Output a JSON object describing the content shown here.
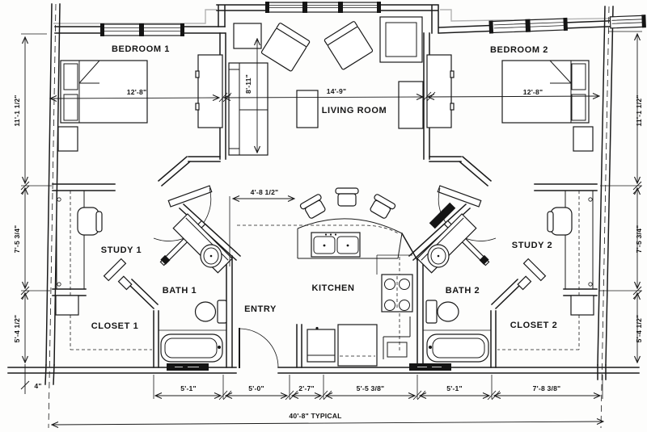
{
  "drawing_type": "apartment unit floor plan",
  "rooms": {
    "bedroom1": "BEDROOM 1",
    "bedroom2": "BEDROOM 2",
    "living": "LIVING ROOM",
    "study1": "STUDY 1",
    "study2": "STUDY 2",
    "bath1": "BATH 1",
    "bath2": "BATH 2",
    "closet1": "CLOSET 1",
    "closet2": "CLOSET 2",
    "entry": "ENTRY",
    "kitchen": "KITCHEN"
  },
  "dimensions": {
    "bedroom1_width": "12'-8\"",
    "living_room_width": "14'-9\"",
    "bedroom2_width": "12'-8\"",
    "left_upper": "11'-1 1/2\"",
    "left_middle": "7'-5 3/4\"",
    "left_lower": "5'-4 1/2\"",
    "wall_thickness": "4\"",
    "right_upper": "11'-1 1/2\"",
    "right_middle": "7'-5 3/4\"",
    "right_lower": "5'-4 1/2\"",
    "living_depth": "8'-11\"",
    "hall_opening": "4'-8 1/2\"",
    "bottom_1": "5'-1\"",
    "bottom_2": "5'-0\"",
    "bottom_3": "2'-7\"",
    "bottom_4": "5'-5 3/8\"",
    "bottom_5": "5'-1\"",
    "bottom_6": "7'-8 3/8\"",
    "overall_width": "40'-8\" TYPICAL"
  },
  "colors": {
    "ink": "#1a1a1a",
    "scan_gray": "#b3b3b3",
    "paper": "#ffffff"
  }
}
